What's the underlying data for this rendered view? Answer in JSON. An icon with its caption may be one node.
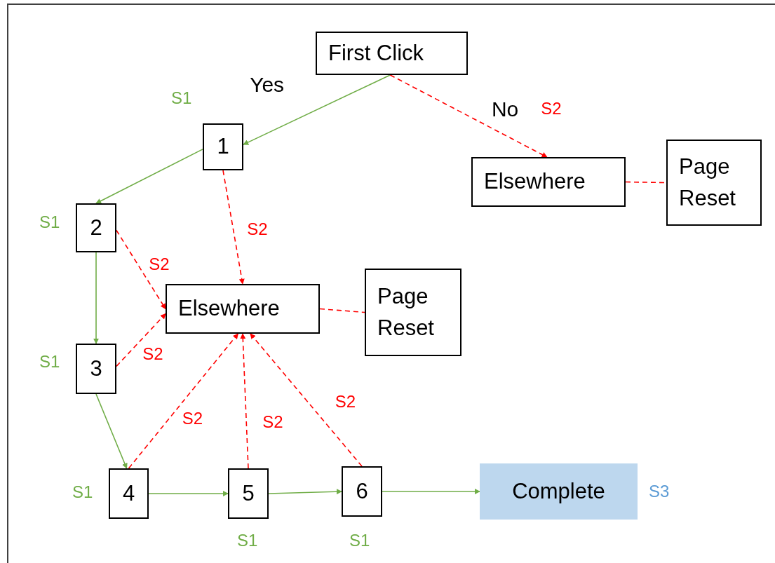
{
  "diagram": {
    "nodes": [
      {
        "text": [
          "First Click"
        ]
      },
      {
        "text": [
          "1"
        ],
        "beside": [
          "S1"
        ]
      },
      {
        "text": [
          "2"
        ],
        "beside": [
          "S1"
        ]
      },
      {
        "text": [
          "Elsewhere"
        ]
      },
      {
        "text": [
          "Page Reset"
        ]
      },
      {
        "text": [
          "Elsewhere"
        ]
      },
      {
        "text": [
          "Page Reset"
        ]
      },
      {
        "text": [
          "3"
        ],
        "beside": [
          "S1"
        ]
      },
      {
        "text": [
          "4"
        ],
        "beside": [
          "S1"
        ]
      },
      {
        "text": [
          "5"
        ],
        "beside": [
          "S1"
        ]
      },
      {
        "text": [
          "6"
        ],
        "beside": [
          "S1"
        ]
      },
      {
        "text": [
          "Complete"
        ],
        "beside": [
          "S3"
        ]
      }
    ],
    "edges": [
      {
        "from": 0,
        "to": 1,
        "arrow": "to",
        "label": "Yes",
        "color": "#70ad47"
      },
      {
        "from": 0,
        "to": 3,
        "arrow": "to",
        "label": "No",
        "style": "dashed"
      },
      {
        "from": 3,
        "to": 4,
        "arrow": "none",
        "style": "dashed"
      },
      {
        "from": 1,
        "to": 2,
        "arrow": "to",
        "color": "#70ad47"
      },
      {
        "from": 1,
        "to": 5,
        "arrow": "to",
        "label": "S2",
        "style": "dashed"
      },
      {
        "from": 2,
        "to": 5,
        "arrow": "to",
        "label": "S2",
        "style": "dashed"
      },
      {
        "from": 2,
        "to": 7,
        "arrow": "to",
        "color": "#70ad47"
      },
      {
        "from": 7,
        "to": 5,
        "arrow": "to",
        "label": "S2",
        "style": "dashed"
      },
      {
        "from": 5,
        "to": 6,
        "arrow": "none",
        "style": "dashed"
      },
      {
        "from": 7,
        "to": 8,
        "arrow": "to",
        "color": "#70ad47"
      },
      {
        "from": 8,
        "to": 5,
        "arrow": "to",
        "label": "S2",
        "style": "dashed"
      },
      {
        "from": 9,
        "to": 5,
        "arrow": "to",
        "label": "S2",
        "style": "dashed"
      },
      {
        "from": 10,
        "to": 5,
        "arrow": "to",
        "label": "S2",
        "style": "dashed"
      },
      {
        "from": 8,
        "to": 9,
        "arrow": "to",
        "color": "#70ad47"
      },
      {
        "from": 9,
        "to": 10,
        "arrow": "to",
        "color": "#70ad47"
      },
      {
        "from": 10,
        "to": 11,
        "arrow": "to",
        "color": "#70ad47"
      }
    ],
    "labels": [
      "S2"
    ]
  }
}
